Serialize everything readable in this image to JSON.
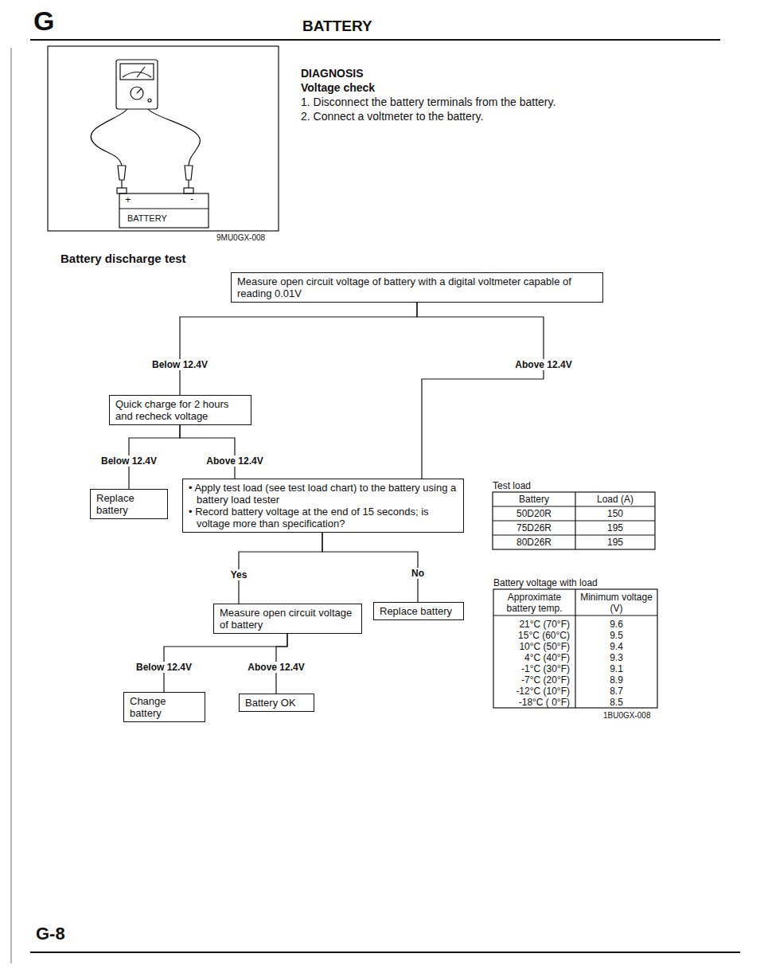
{
  "diagram": {
    "title": "BATTERY",
    "nodes": [
      {
        "text": [
          "Measure open circuit voltage of battery with a digital voltmeter capable of reading 0.01V"
        ]
      },
      {
        "text": [
          "Quick charge for 2 hours and recheck voltage"
        ]
      },
      {
        "text": [
          "Replace battery"
        ]
      },
      {
        "text": [
          "• Apply test load (see test load chart) to the battery using a battery load tester",
          "• Record battery voltage at the end of 15 seconds; is voltage more than specification?"
        ]
      },
      {
        "text": [
          "Measure open circuit voltage of battery"
        ]
      },
      {
        "text": [
          "Replace battery"
        ]
      },
      {
        "text": [
          "Change battery"
        ]
      },
      {
        "text": [
          "Battery OK"
        ]
      }
    ],
    "edges": [
      {
        "from": 0,
        "to": 1,
        "label": "Below 12.4V",
        "arrow": "none"
      },
      {
        "from": 0,
        "to": 3,
        "label": "Above 12.4V",
        "arrow": "none"
      },
      {
        "from": 1,
        "to": 2,
        "label": "Below 12.4V",
        "arrow": "none"
      },
      {
        "from": 1,
        "to": 3,
        "label": "Above 12.4V",
        "arrow": "none"
      },
      {
        "from": 3,
        "to": 4,
        "label": "Yes",
        "arrow": "none"
      },
      {
        "from": 3,
        "to": 5,
        "label": "No",
        "arrow": "none"
      },
      {
        "from": 4,
        "to": 6,
        "label": "Below 12.4V",
        "arrow": "none"
      },
      {
        "from": 4,
        "to": 7,
        "label": "Above 12.4V",
        "arrow": "none"
      }
    ],
    "labels": [
      "G",
      "DIAGNOSIS",
      "Voltage check",
      "1. Disconnect the battery terminals from the battery.",
      "2. Connect a voltmeter to the battery.",
      "+",
      "-",
      "BATTERY",
      "9MU0GX-008",
      "Battery discharge test",
      "Test load",
      "Battery",
      "Load (A)",
      "50D20R",
      "150",
      "75D26R",
      "195",
      "80D26R",
      "195",
      "Battery voltage with load",
      "Approximate battery temp.",
      "Minimum voltage (V)",
      "21°C (70°F)",
      "15°C (60°C)",
      "10°C (50°F)",
      "4°C (40°F)",
      "-1°C (30°F)",
      "-7°C (20°F)",
      "-12°C (10°F)",
      "-18°C ( 0°F)",
      "9.6",
      "9.5",
      "9.4",
      "9.3",
      "9.1",
      "8.9",
      "8.7",
      "8.5",
      "1BU0GX-008",
      "G-8"
    ]
  }
}
